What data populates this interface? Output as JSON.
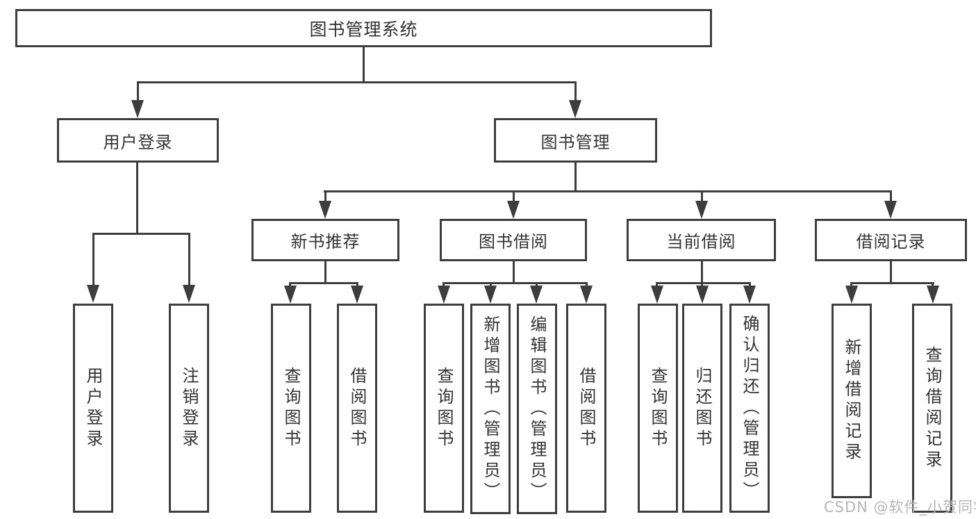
{
  "diagram": {
    "root": {
      "label": "图书管理系统"
    },
    "branches": [
      {
        "label": "用户登录",
        "children": [
          {
            "label": "用户登录"
          },
          {
            "label": "注销登录"
          }
        ]
      },
      {
        "label": "图书管理",
        "children": [
          {
            "label": "新书推荐",
            "children": [
              {
                "label": "查询图书"
              },
              {
                "label": "借阅图书"
              }
            ]
          },
          {
            "label": "图书借阅",
            "children": [
              {
                "label": "查询图书"
              },
              {
                "label": "新增图书（管理员）"
              },
              {
                "label": "编辑图书（管理员）"
              },
              {
                "label": "借阅图书"
              }
            ]
          },
          {
            "label": "当前借阅",
            "children": [
              {
                "label": "查询图书"
              },
              {
                "label": "归还图书"
              },
              {
                "label": "确认归还（管理员）"
              }
            ]
          },
          {
            "label": "借阅记录",
            "children": [
              {
                "label": "新增借阅记录"
              },
              {
                "label": "查询借阅记录"
              }
            ]
          }
        ]
      }
    ]
  },
  "watermark": {
    "text": "CSDN @软件_小贺同学"
  },
  "colors": {
    "line": "#3d3d3d",
    "text": "#333333",
    "watermark": "#b5b5b5",
    "background": "#ffffff"
  }
}
